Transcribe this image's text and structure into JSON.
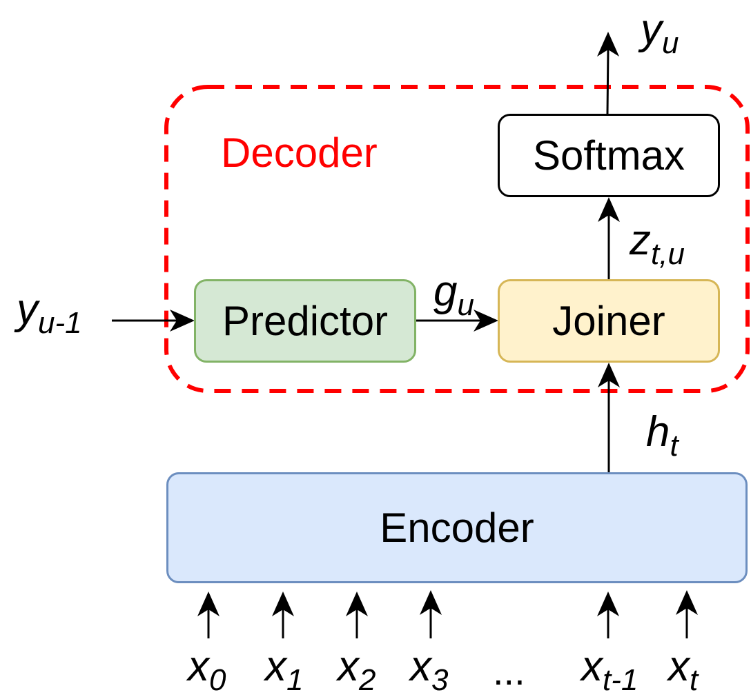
{
  "decoder": {
    "title": "Decoder",
    "color": "#ff0000"
  },
  "blocks": {
    "softmax": {
      "label": "Softmax",
      "fill": "#ffffff",
      "stroke": "#000000"
    },
    "predictor": {
      "label": "Predictor",
      "fill": "#d5e8d4",
      "stroke": "#82b366"
    },
    "joiner": {
      "label": "Joiner",
      "fill": "#fff2cc",
      "stroke": "#d6b656"
    },
    "encoder": {
      "label": "Encoder",
      "fill": "#dae8fc",
      "stroke": "#6c8ebf"
    }
  },
  "variables": {
    "y_u": {
      "base": "y",
      "sub": "u"
    },
    "z_tu": {
      "base": "z",
      "sub": "t,u"
    },
    "g_u": {
      "base": "g",
      "sub": "u"
    },
    "y_prev": {
      "base": "y",
      "sub": "u-1"
    },
    "h_t": {
      "base": "h",
      "sub": "t"
    }
  },
  "inputs": [
    {
      "base": "x",
      "sub": "0"
    },
    {
      "base": "x",
      "sub": "1"
    },
    {
      "base": "x",
      "sub": "2"
    },
    {
      "base": "x",
      "sub": "3"
    },
    {
      "ellipsis": "..."
    },
    {
      "base": "x",
      "sub": "t-1"
    },
    {
      "base": "x",
      "sub": "t"
    }
  ]
}
